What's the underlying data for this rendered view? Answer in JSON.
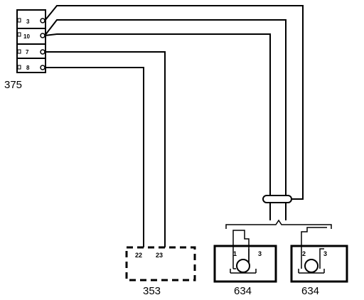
{
  "connector_375": {
    "label": "375",
    "pins": [
      "3",
      "10",
      "7",
      "8"
    ]
  },
  "connector_353": {
    "label": "353",
    "pins": [
      "22",
      "23"
    ]
  },
  "motor_left": {
    "label": "634",
    "pins": [
      "1",
      "3"
    ]
  },
  "motor_right": {
    "label": "634",
    "pins": [
      "2",
      "3"
    ]
  }
}
